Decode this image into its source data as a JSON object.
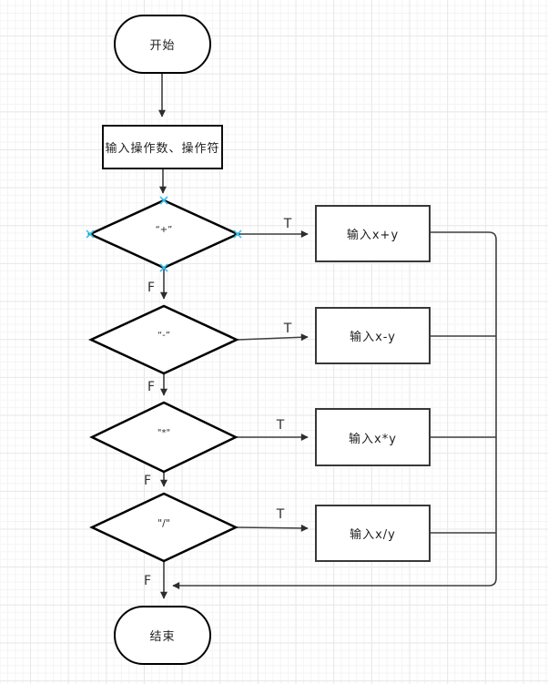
{
  "diagram": {
    "type": "flowchart",
    "edge_labels": {
      "true": "T",
      "false": "F"
    },
    "nodes": {
      "start": {
        "label": "开始",
        "shape": "terminator"
      },
      "input_op": {
        "label": "输入操作数、操作符",
        "shape": "process"
      },
      "check_plus": {
        "label": "“+”",
        "shape": "decision"
      },
      "check_minus": {
        "label": "“-”",
        "shape": "decision"
      },
      "check_mul": {
        "label": "\"*\"",
        "shape": "decision"
      },
      "check_div": {
        "label": "\"/\"",
        "shape": "decision"
      },
      "do_add": {
        "label": "输入x+y",
        "shape": "process"
      },
      "do_sub": {
        "label": "输入x-y",
        "shape": "process"
      },
      "do_mul": {
        "label": "输入x*y",
        "shape": "process"
      },
      "do_div": {
        "label": "输入x/y",
        "shape": "process"
      },
      "end": {
        "label": "结束",
        "shape": "terminator"
      }
    },
    "colors": {
      "shape_stroke": "#000000",
      "connector": "#3f3f3f",
      "connection_point": "#3cc1ec",
      "grid_minor": "#f4f4f4",
      "grid_major": "#e8e8e8",
      "canvas": "#ffffff"
    }
  }
}
